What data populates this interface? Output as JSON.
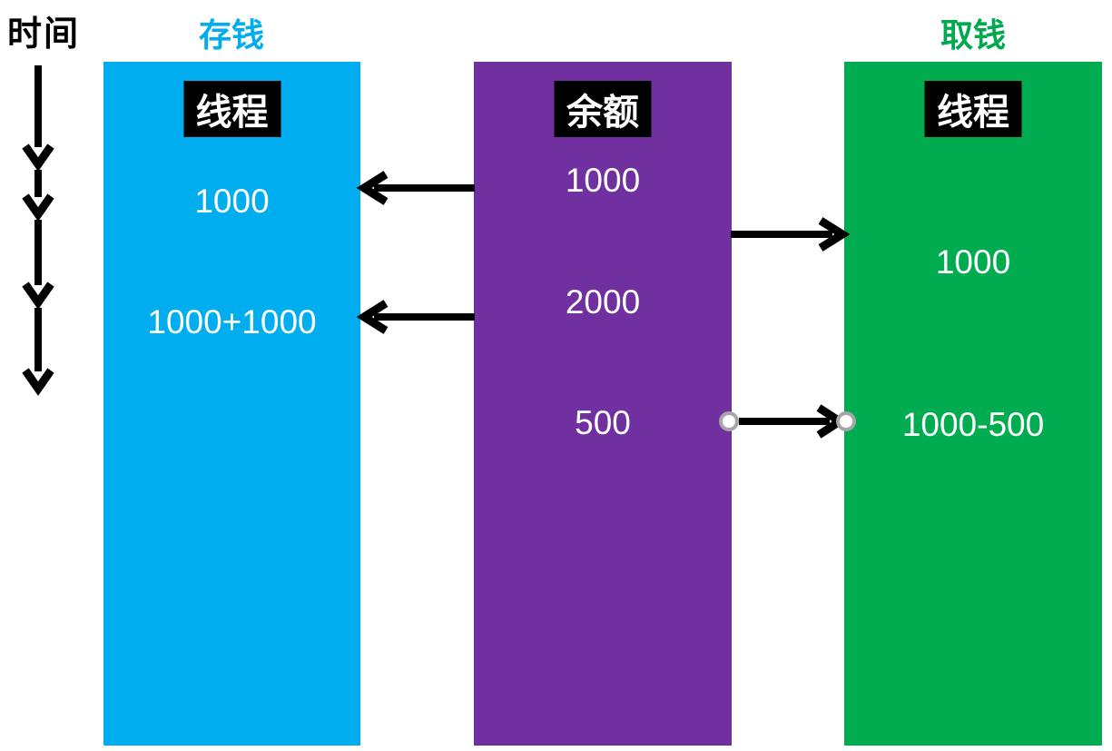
{
  "labels": {
    "time": "时间",
    "deposit": "存钱",
    "withdraw": "取钱"
  },
  "columns": {
    "deposit": {
      "header": "线程",
      "values": [
        "1000",
        "1000+1000"
      ]
    },
    "balance": {
      "header": "余额",
      "values": [
        "1000",
        "2000",
        "500"
      ]
    },
    "withdraw": {
      "header": "线程",
      "values": [
        "1000",
        "1000-500"
      ]
    }
  },
  "colors": {
    "deposit_fill": "#00AEEF",
    "balance_fill": "#7030A0",
    "withdraw_fill": "#00AC4F",
    "deposit_title": "#00AEEF",
    "withdraw_title": "#00A94F",
    "header_box_bg": "#000000",
    "header_box_text": "#FFFFFF",
    "value_text": "#FFFFFF",
    "arrow": "#000000",
    "time_label_text": "#000000",
    "connector_ring": "#A6A6A6",
    "connector_fill": "#FFFFFF"
  }
}
